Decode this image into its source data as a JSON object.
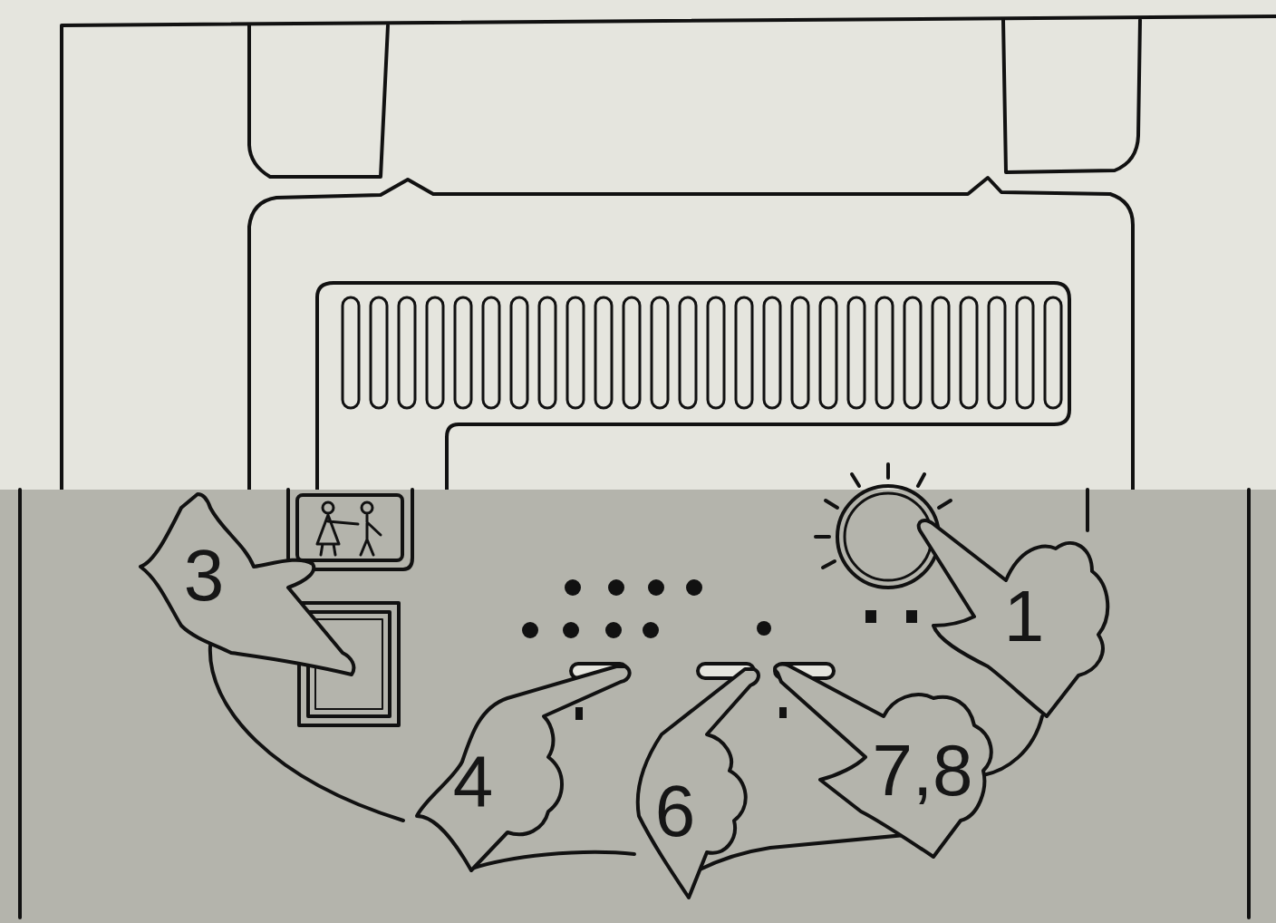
{
  "diagram": {
    "labels": [
      "3",
      "1",
      "4",
      "6",
      "7,8"
    ]
  }
}
